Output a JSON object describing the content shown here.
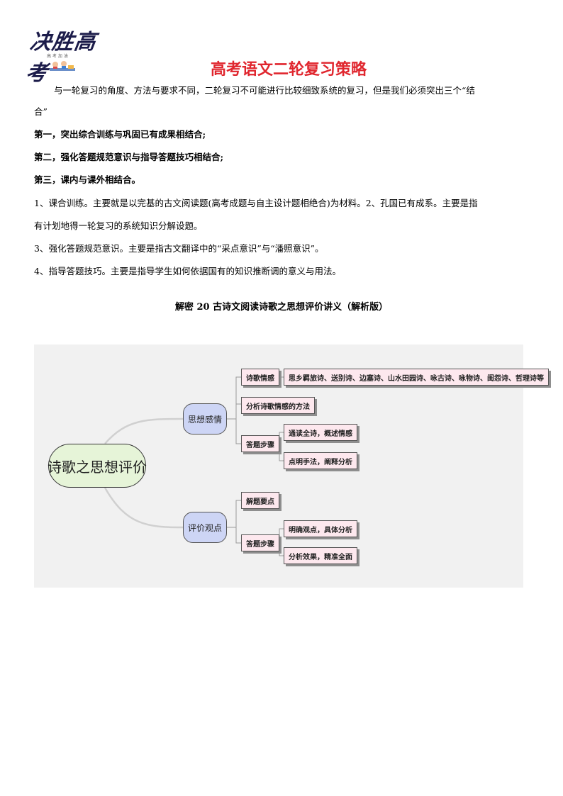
{
  "logo": {
    "text": "决胜高考",
    "sub": "高 考 加 油"
  },
  "title": "高考语文二轮复习策略",
  "intro": [
    "与一轮复习的角度、方法与要求不同，二轮复习不可能进行比较细致系统的复习，但是我们必须突出三个“结",
    "合”"
  ],
  "points": [
    "第一，突出综合训练与巩固已有成果相结合;",
    "第二，强化答题规范意识与指导答题技巧相结合;",
    "第三，课内与课外相结合。"
  ],
  "details": [
    "1、课合训练。主要就是以完基的古文阅读题(高考成题与自主设计题相绝合)为材料。2、孔国已有成系。主要是指",
    "有计划地得一轮复习的系统知识分解设题。",
    "3、强化答题规范意识。主要是指古文翻译中的“采点意识”与“潘照意识”。",
    "4、指导答题技巧。主要是指导学生如何依据国有的知识推断调的意义与用法。"
  ],
  "subtitle": "解密 20  古诗文阅读诗歌之思想评价讲义（解析版）",
  "mindmap": {
    "root": "诗歌之思想评价",
    "branch1": {
      "label": "思想感情",
      "emotion": "诗歌情感",
      "emotion_detail": "思乡羁旅诗、送别诗、边塞诗、山水田园诗、咏古诗、咏物诗、闺怨诗、哲理诗等",
      "method": "分析诗歌情感的方法",
      "steps": "答题步骤",
      "step1": "通读全诗，概述情感",
      "step2": "点明手法，阐释分析"
    },
    "branch2": {
      "label": "评价观点",
      "key": "解题要点",
      "steps": "答题步骤",
      "step1": "明确观点，具体分析",
      "step2": "分析效果，精准全面"
    }
  }
}
